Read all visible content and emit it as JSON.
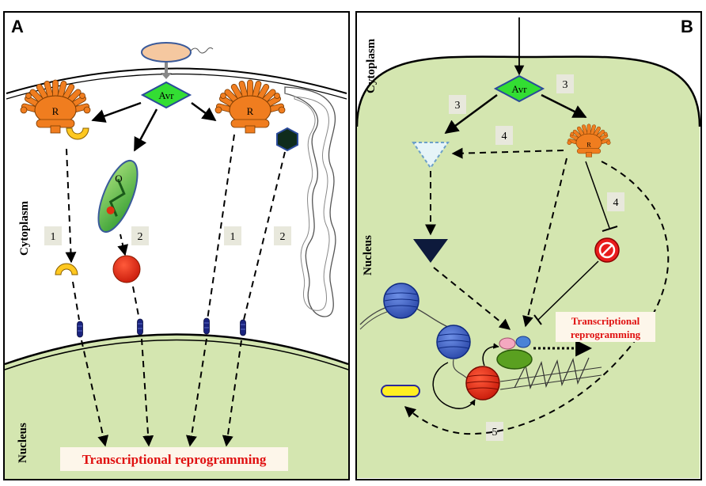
{
  "panel_a": {
    "letter": "A",
    "cytoplasm_label": "Cytoplasm",
    "nucleus_label": "Nucleus",
    "effector_label": "Avr",
    "receptor_left_label": "R",
    "receptor_right_label": "R",
    "organelle_label": "O",
    "step_labels": [
      "1",
      "2",
      "1",
      "2"
    ],
    "output_label": "Transcriptional reprogramming"
  },
  "panel_b": {
    "letter": "B",
    "cytoplasm_label": "Cytoplasm",
    "nucleus_label": "Nucleus",
    "effector_label": "Avr",
    "receptor_label": "R",
    "step_labels": [
      "3",
      "3",
      "4",
      "4",
      "5"
    ],
    "output_label_line1": "Transcriptional",
    "output_label_line2": "reprogramming"
  },
  "colors": {
    "receptor": "#f07d1f",
    "effector": "#33cc33",
    "nucleus_fill": "#d4e6b0",
    "nuclear_pore": "#1a237e",
    "nucleosome": "#3f64c8",
    "repressor": "#e01010",
    "highlight_text": "#e01010"
  },
  "icons": [
    "receptor-icon",
    "effector-diamond-icon",
    "bacterium-icon",
    "chloroplast-icon",
    "nuclear-pore-icon",
    "nucleosome-icon",
    "inhibition-icon"
  ]
}
